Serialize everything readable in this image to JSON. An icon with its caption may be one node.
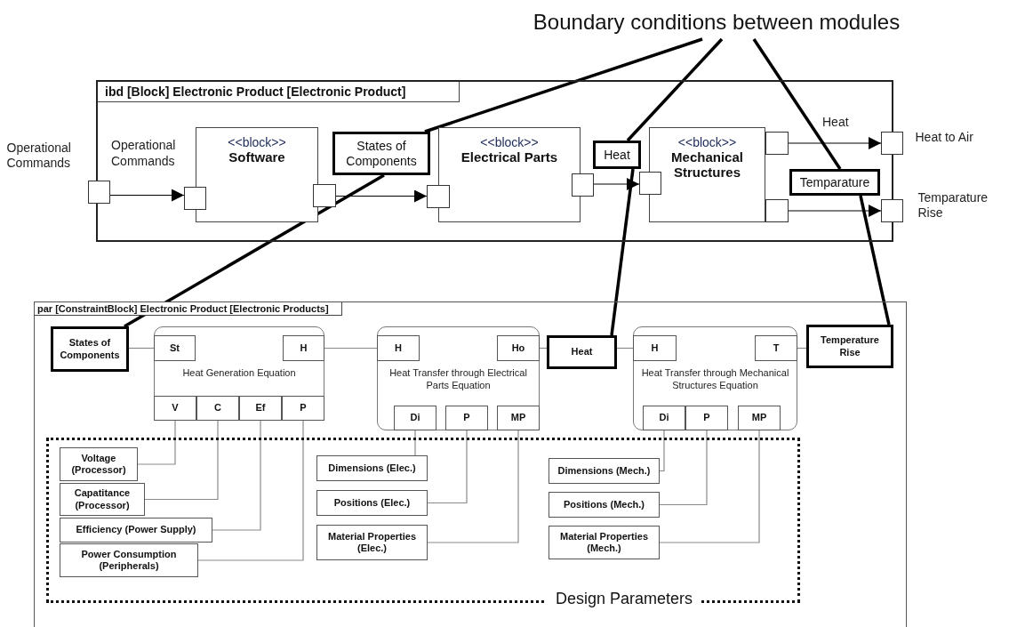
{
  "diagram": {
    "nodes": [
      {
        "text": [
          "Boundary conditions between modules"
        ]
      },
      {
        "text": [
          "ibd [Block] Electronic Product [Electronic Product]"
        ]
      },
      {
        "text": [
          "<<block>>",
          "Software"
        ],
        "in": 1
      },
      {
        "text": [
          "<<block>>",
          "Electrical Parts"
        ],
        "in": 1
      },
      {
        "text": [
          "<<block>>",
          "Mechanical Structures"
        ],
        "in": 1
      },
      {
        "text": [],
        "shape": "box",
        "beside": [
          "Operational Commands"
        ]
      },
      {
        "text": [],
        "shape": "box",
        "in": 1
      },
      {
        "text": [],
        "shape": "box",
        "in": 1
      },
      {
        "text": [],
        "shape": "box",
        "in": 1
      },
      {
        "text": [],
        "shape": "box",
        "in": 1
      },
      {
        "text": [],
        "shape": "box",
        "in": 1
      },
      {
        "text": [],
        "shape": "box",
        "in": 1
      },
      {
        "text": [],
        "shape": "box",
        "in": 1
      },
      {
        "text": [],
        "shape": "box",
        "beside": [
          "Heat to Air"
        ]
      },
      {
        "text": [],
        "shape": "box",
        "beside": [
          "Temparature Rise"
        ]
      },
      {
        "text": [
          "States of Components"
        ],
        "in": 1
      },
      {
        "text": [
          "Heat"
        ],
        "in": 1
      },
      {
        "text": [
          "Temparature"
        ],
        "in": 1
      },
      {
        "text": [
          "par [ConstraintBlock] Electronic Product [Electronic Products]"
        ]
      },
      {
        "text": [
          "States of Components"
        ],
        "in": 18
      },
      {
        "text": [
          "Heat Generation Equation"
        ],
        "in": 18
      },
      {
        "text": [
          "St"
        ],
        "in": 20
      },
      {
        "text": [
          "H"
        ],
        "in": 20
      },
      {
        "text": [
          "V"
        ],
        "in": 20
      },
      {
        "text": [
          "C"
        ],
        "in": 20
      },
      {
        "text": [
          "Ef"
        ],
        "in": 20
      },
      {
        "text": [
          "P"
        ],
        "in": 20
      },
      {
        "text": [
          "Heat Transfer through Electrical Parts Equation"
        ],
        "in": 18
      },
      {
        "text": [
          "H"
        ],
        "in": 27
      },
      {
        "text": [
          "Ho"
        ],
        "in": 27
      },
      {
        "text": [
          "Di"
        ],
        "in": 27
      },
      {
        "text": [
          "P"
        ],
        "in": 27
      },
      {
        "text": [
          "MP"
        ],
        "in": 27
      },
      {
        "text": [
          "Heat"
        ],
        "in": 18
      },
      {
        "text": [
          "Heat Transfer through Mechanical Structures Equation"
        ],
        "in": 18
      },
      {
        "text": [
          "H"
        ],
        "in": 34
      },
      {
        "text": [
          "T"
        ],
        "in": 34
      },
      {
        "text": [
          "Di"
        ],
        "in": 34
      },
      {
        "text": [
          "P"
        ],
        "in": 34
      },
      {
        "text": [
          "MP"
        ],
        "in": 34
      },
      {
        "text": [
          "Temperature Rise"
        ],
        "in": 18
      },
      {
        "text": [
          "Design Parameters"
        ],
        "in": 18
      },
      {
        "text": [
          "Voltage (Processor)"
        ],
        "in": 41
      },
      {
        "text": [
          "Capatitance (Processor)"
        ],
        "in": 41
      },
      {
        "text": [
          "Efficiency (Power Supply)"
        ],
        "in": 41
      },
      {
        "text": [
          "Power Consumption (Peripherals)"
        ],
        "in": 41
      },
      {
        "text": [
          "Dimensions (Elec.)"
        ],
        "in": 41
      },
      {
        "text": [
          "Positions (Elec.)"
        ],
        "in": 41
      },
      {
        "text": [
          "Material Properties (Elec.)"
        ],
        "in": 41
      },
      {
        "text": [
          "Dimensions (Mech.)"
        ],
        "in": 41
      },
      {
        "text": [
          "Positions (Mech.)"
        ],
        "in": 41
      },
      {
        "text": [
          "Material Properties (Mech.)"
        ],
        "in": 41
      }
    ],
    "edges": [
      {
        "from": 5,
        "to": 6,
        "arrow": "to",
        "label": "Operational Commands",
        "color": "#000000"
      },
      {
        "from": 7,
        "to": 8,
        "arrow": "to",
        "color": "#000000"
      },
      {
        "from": 9,
        "to": 10,
        "arrow": "to",
        "color": "#000000"
      },
      {
        "from": 11,
        "to": 13,
        "arrow": "to",
        "label": "Heat",
        "color": "#000000"
      },
      {
        "from": 12,
        "to": 14,
        "arrow": "to",
        "color": "#000000"
      },
      {
        "from": 0,
        "to": 15,
        "arrow": "none",
        "style": "thick",
        "color": "#000000"
      },
      {
        "from": 0,
        "to": 16,
        "arrow": "none",
        "style": "thick",
        "color": "#000000"
      },
      {
        "from": 0,
        "to": 17,
        "arrow": "none",
        "style": "thick",
        "color": "#000000"
      },
      {
        "from": 15,
        "to": 19,
        "arrow": "none",
        "style": "thick",
        "color": "#000000"
      },
      {
        "from": 16,
        "to": 33,
        "arrow": "none",
        "style": "thick",
        "color": "#000000"
      },
      {
        "from": 17,
        "to": 40,
        "arrow": "none",
        "style": "thick",
        "color": "#000000"
      },
      {
        "from": 19,
        "to": 21,
        "arrow": "none"
      },
      {
        "from": 22,
        "to": 28,
        "arrow": "none"
      },
      {
        "from": 29,
        "to": 33,
        "arrow": "none"
      },
      {
        "from": 33,
        "to": 35,
        "arrow": "none"
      },
      {
        "from": 36,
        "to": 40,
        "arrow": "none"
      },
      {
        "from": 23,
        "to": 42,
        "arrow": "none"
      },
      {
        "from": 24,
        "to": 43,
        "arrow": "none"
      },
      {
        "from": 25,
        "to": 44,
        "arrow": "none"
      },
      {
        "from": 26,
        "to": 45,
        "arrow": "none"
      },
      {
        "from": 30,
        "to": 46,
        "arrow": "none"
      },
      {
        "from": 31,
        "to": 47,
        "arrow": "none"
      },
      {
        "from": 32,
        "to": 48,
        "arrow": "none"
      },
      {
        "from": 37,
        "to": 49,
        "arrow": "none"
      },
      {
        "from": 38,
        "to": 50,
        "arrow": "none"
      },
      {
        "from": 39,
        "to": 51,
        "arrow": "none"
      }
    ]
  }
}
